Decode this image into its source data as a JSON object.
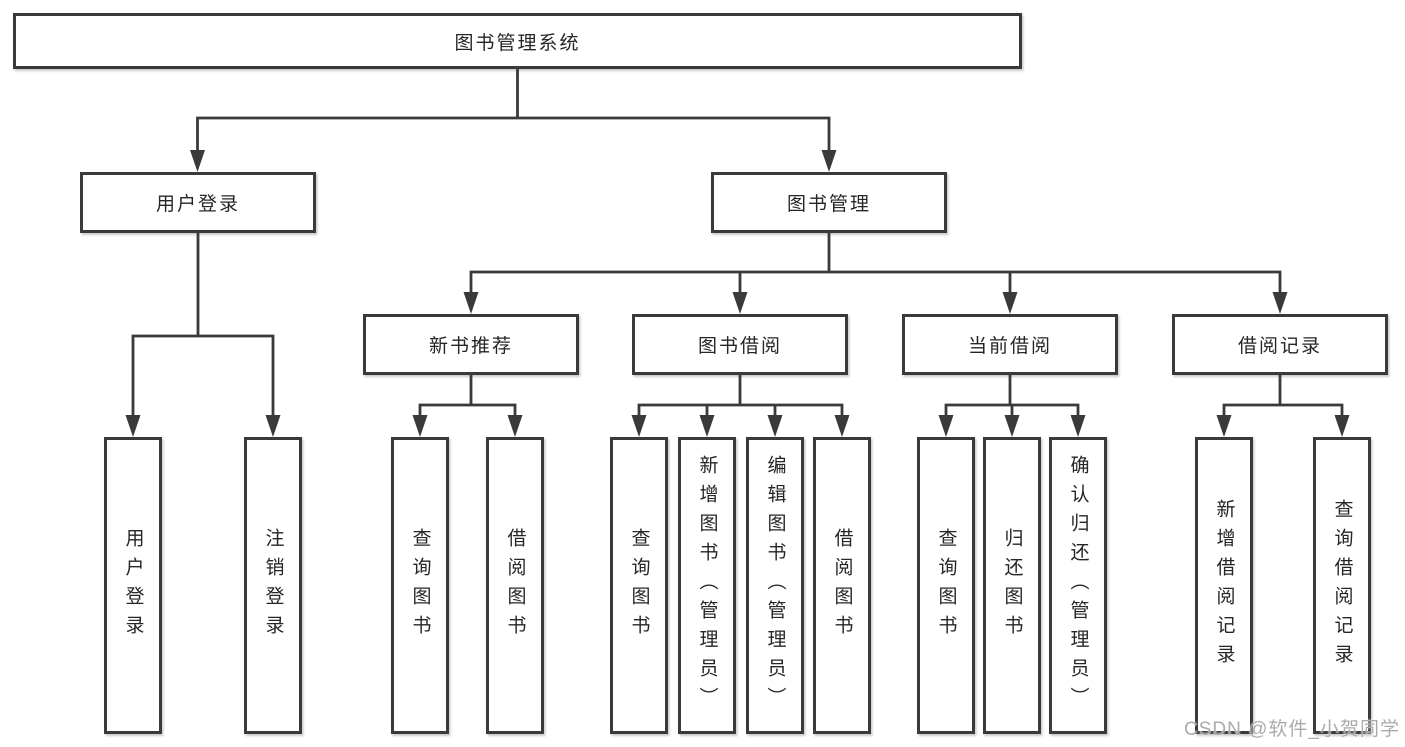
{
  "diagram_title": "图书管理系统",
  "watermark": "CSDN @软件_小贺同学",
  "colors": {
    "line": "#3a3a3a",
    "text": "#262626",
    "background": "#ffffff",
    "watermark": "#ababab"
  },
  "nodes": {
    "root": {
      "label": "图书管理系统",
      "children": [
        "user_login_branch",
        "book_management"
      ]
    },
    "user_login_branch": {
      "label": "用户登录",
      "children": [
        "user_login",
        "logout"
      ]
    },
    "book_management": {
      "label": "图书管理",
      "children": [
        "new_book_recommend",
        "book_borrow",
        "current_borrow",
        "borrow_records"
      ]
    },
    "user_login": {
      "label": "用户登录"
    },
    "logout": {
      "label": "注销登录"
    },
    "new_book_recommend": {
      "label": "新书推荐",
      "children": [
        "nbr_query_books",
        "nbr_borrow_books"
      ]
    },
    "book_borrow": {
      "label": "图书借阅",
      "children": [
        "bb_query_books",
        "bb_add_book_admin",
        "bb_edit_book_admin",
        "bb_borrow_books"
      ]
    },
    "current_borrow": {
      "label": "当前借阅",
      "children": [
        "cb_query_books",
        "cb_return_books",
        "cb_confirm_return_admin"
      ]
    },
    "borrow_records": {
      "label": "借阅记录",
      "children": [
        "br_add_record",
        "br_query_record"
      ]
    },
    "nbr_query_books": {
      "label": "查询图书"
    },
    "nbr_borrow_books": {
      "label": "借阅图书"
    },
    "bb_query_books": {
      "label": "查询图书"
    },
    "bb_add_book_admin": {
      "label": "新增图书（管理员）"
    },
    "bb_edit_book_admin": {
      "label": "编辑图书（管理员）"
    },
    "bb_borrow_books": {
      "label": "借阅图书"
    },
    "cb_query_books": {
      "label": "查询图书"
    },
    "cb_return_books": {
      "label": "归还图书"
    },
    "cb_confirm_return_admin": {
      "label": "确认归还（管理员）"
    },
    "br_add_record": {
      "label": "新增借阅记录"
    },
    "br_query_record": {
      "label": "查询借阅记录"
    }
  }
}
